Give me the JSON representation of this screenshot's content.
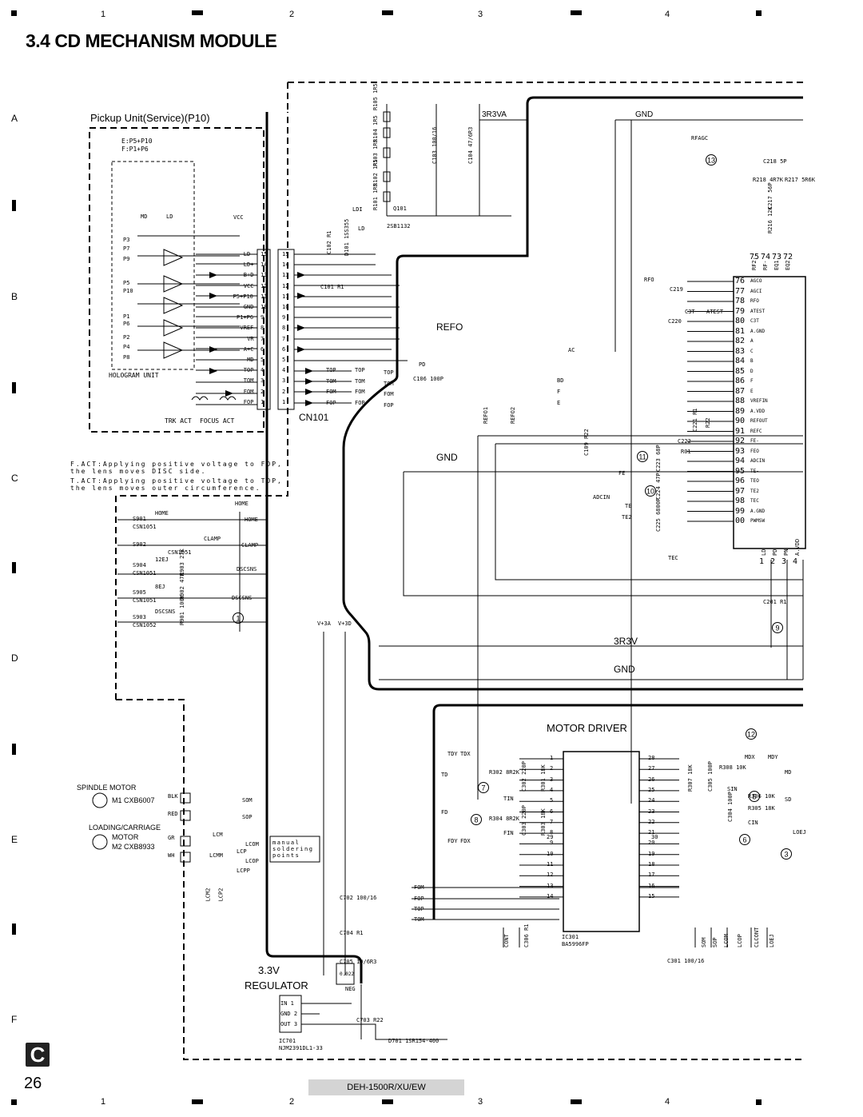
{
  "page": {
    "title": "3.4 CD MECHANISM MODULE",
    "page_number": "26",
    "section_tab": "C",
    "model": "DEH-1500R/XU/EW",
    "column_markers": [
      "1",
      "2",
      "3",
      "4"
    ],
    "row_markers": [
      "A",
      "B",
      "C",
      "D",
      "E",
      "F"
    ]
  },
  "pickup": {
    "title": "Pickup Unit(Service)(P10)",
    "e_note": "E:P5+P10",
    "f_note": "F:P1+P6",
    "md": "MD",
    "ld": "LD",
    "vcc": "VCC",
    "hologram": "HOLOGRAM UNIT",
    "trk_act": "TRK ACT",
    "focus_act": "FOCUS ACT",
    "photo_labels": [
      "P3",
      "P7",
      "P9",
      "P5",
      "P10",
      "P1",
      "P6",
      "P2",
      "P4",
      "P8"
    ]
  },
  "connector": {
    "name": "CN101",
    "pins": [
      {
        "n": "15",
        "sig": "LD-"
      },
      {
        "n": "14",
        "sig": "LD+"
      },
      {
        "n": "13",
        "sig": "B+D"
      },
      {
        "n": "12",
        "sig": "VCC"
      },
      {
        "n": "11",
        "sig": "P5+P10"
      },
      {
        "n": "10",
        "sig": "GND"
      },
      {
        "n": "9",
        "sig": "P1+P6"
      },
      {
        "n": "8",
        "sig": "VREF"
      },
      {
        "n": "7",
        "sig": "VR"
      },
      {
        "n": "6",
        "sig": "A+C"
      },
      {
        "n": "5",
        "sig": "MD"
      },
      {
        "n": "4",
        "sig": "TOP"
      },
      {
        "n": "3",
        "sig": "TOM"
      },
      {
        "n": "2",
        "sig": "FOM"
      },
      {
        "n": "1",
        "sig": "FOP"
      }
    ]
  },
  "notes": {
    "f_act": "F.ACT:Applying positive voltage to FOP, the lens moves DISC side.",
    "t_act": "T.ACT:Applying positive voltage to TOP, the lens moves outer circumference."
  },
  "switches": {
    "items": [
      {
        "ref": "S901",
        "name": "HOME",
        "part": "CSN1051"
      },
      {
        "ref": "S902",
        "name": "CLAMP",
        "part": "CSN1051"
      },
      {
        "ref": "S904",
        "name": "12EJ",
        "part": "CSN1051"
      },
      {
        "ref": "S905",
        "name": "8EJ",
        "part": "CSN1051"
      },
      {
        "ref": "S903",
        "name": "DSCSNS",
        "part": "CSN1052"
      }
    ],
    "nets": [
      "HOME",
      "CLAMP",
      "DSCSNS",
      "DSCSNS"
    ],
    "resistors": [
      "R903 27K",
      "R902 47K",
      "R901 100K"
    ]
  },
  "motors": {
    "spindle_label": "SPINDLE MOTOR",
    "spindle": "M1 CXB6007",
    "loading_label": "LOADING/CARRIAGE",
    "loading_motor": "MOTOR",
    "loading": "M2 CXB8933",
    "wires": [
      "BLK",
      "RED",
      "GR",
      "WH"
    ],
    "nets": [
      "SOM",
      "SOP",
      "LCM",
      "LCP",
      "LCOM",
      "LCOP",
      "LCMM",
      "LCPP",
      "LCM2",
      "LCP2"
    ],
    "solder_note": "manual soldering points"
  },
  "rails": {
    "r3v3a": "3R3VA",
    "gnd": "GND",
    "refo": "REFO",
    "r3v3": "3R3V",
    "v3a": "V+3A",
    "v3d": "V+3D"
  },
  "laser": {
    "q101": "Q101",
    "q101_part": "2SB1132",
    "ldi": "LDI",
    "ld": "LD",
    "resistors": [
      "R105 1R5",
      "R104 1R5",
      "R103 1R5",
      "R102 1R5",
      "R101 1R5"
    ],
    "caps": [
      "C103 100/16",
      "C104 47/6R3",
      "C102 R1",
      "D101 1SS355"
    ],
    "c101": "C101 R1"
  },
  "dsp": {
    "pins": [
      {
        "n": "76",
        "sig": "AGCO"
      },
      {
        "n": "77",
        "sig": "AGCI"
      },
      {
        "n": "78",
        "sig": "RFO"
      },
      {
        "n": "79",
        "sig": "ATEST"
      },
      {
        "n": "80",
        "sig": "C3T"
      },
      {
        "n": "81",
        "sig": "A.GND"
      },
      {
        "n": "82",
        "sig": "A"
      },
      {
        "n": "83",
        "sig": "C"
      },
      {
        "n": "84",
        "sig": "B"
      },
      {
        "n": "85",
        "sig": "D"
      },
      {
        "n": "86",
        "sig": "F"
      },
      {
        "n": "87",
        "sig": "E"
      },
      {
        "n": "88",
        "sig": "VREFIN"
      },
      {
        "n": "89",
        "sig": "A.VDD"
      },
      {
        "n": "90",
        "sig": "REFOUT"
      },
      {
        "n": "91",
        "sig": "REFC"
      },
      {
        "n": "92",
        "sig": "FE-"
      },
      {
        "n": "93",
        "sig": "FEO"
      },
      {
        "n": "94",
        "sig": "ADCIN"
      },
      {
        "n": "95",
        "sig": "TE-"
      },
      {
        "n": "96",
        "sig": "TEO"
      },
      {
        "n": "97",
        "sig": "TE2"
      },
      {
        "n": "98",
        "sig": "TEC"
      },
      {
        "n": "99",
        "sig": "A.GND"
      },
      {
        "n": "00",
        "sig": "PWMSW"
      }
    ],
    "top_pins": [
      {
        "n": "75",
        "sig": "RF2-"
      },
      {
        "n": "74",
        "sig": "RF-"
      },
      {
        "n": "73",
        "sig": "EQ1"
      },
      {
        "n": "72",
        "sig": "EQ2"
      }
    ],
    "bottom_pins": [
      {
        "n": "1",
        "sig": "LD"
      },
      {
        "n": "2",
        "sig": "PD"
      },
      {
        "n": "3",
        "sig": "PN"
      },
      {
        "n": "4",
        "sig": "A.VDD"
      }
    ],
    "parts": [
      "C219",
      "C220",
      "C3T",
      "R218 4R7K",
      "R217 5R6K",
      "C218 5P",
      "C217 56P",
      "R216 12K",
      "C221 R1",
      "R22",
      "C109 R22",
      "C222",
      "R01",
      "C223 68P",
      "C224 47P",
      "C225 6800P",
      "C201 R1"
    ],
    "nets": [
      "RFAGC",
      "RFO",
      "ATEST",
      "AC",
      "BD",
      "F",
      "E",
      "FE",
      "ADCIN",
      "TE",
      "TE2",
      "TEC",
      "PD",
      "REFO1",
      "REFO2"
    ]
  },
  "cn_out": {
    "nets": [
      "TOP",
      "TOM",
      "FOM",
      "FOP"
    ],
    "c106": "C106 100P"
  },
  "motor_driver": {
    "title": "MOTOR DRIVER",
    "ic": "IC301",
    "ic_part": "BA5996FP",
    "left_pins": [
      "1",
      "2",
      "3",
      "4",
      "5",
      "6",
      "7",
      "8",
      "9",
      "10",
      "11",
      "12",
      "13",
      "14"
    ],
    "right_pins": [
      "28",
      "27",
      "26",
      "25",
      "24",
      "23",
      "22",
      "21",
      "20",
      "19",
      "18",
      "17",
      "16",
      "15"
    ],
    "pin29": "29",
    "pin30": "30",
    "inputs": [
      "TD",
      "FD",
      "TIN",
      "FIN",
      "TDY",
      "TDX",
      "FDY",
      "FDX"
    ],
    "outputs": [
      "MDX",
      "MDY",
      "SIN",
      "CIN",
      "MD",
      "SD",
      "LOEJ"
    ],
    "bottom_nets": [
      "FOM",
      "FOP",
      "TOP",
      "TOM",
      "CONT",
      "SOM",
      "SOP",
      "LCOM",
      "LCOP",
      "CLCONT",
      "LOEJ"
    ],
    "parts": [
      "R302 8R2K",
      "R304 8R2K",
      "C302 220P",
      "C303 220P",
      "R301 18K",
      "R303 18K",
      "R308 10K",
      "R307 18K",
      "C305 100P",
      "R306 10K",
      "C304 100P",
      "R305 18K",
      "C306 R1",
      "C301 100/16"
    ]
  },
  "regulator": {
    "title1": "3.3V",
    "title2": "REGULATOR",
    "ic": "IC701",
    "part": "NJM2391DL1-33",
    "pins": [
      "IN 1",
      "GND 2",
      "OUT 3"
    ],
    "parts": [
      "C702 100/16",
      "C704 R1",
      "C705 10/6R3",
      "C703 R22",
      "D701 1SR154-400"
    ],
    "neg": "NEG",
    "cap_label": "0.022"
  },
  "markers": [
    "13",
    "11",
    "10",
    "1",
    "9",
    "12",
    "7",
    "8",
    "5",
    "6",
    "3"
  ]
}
